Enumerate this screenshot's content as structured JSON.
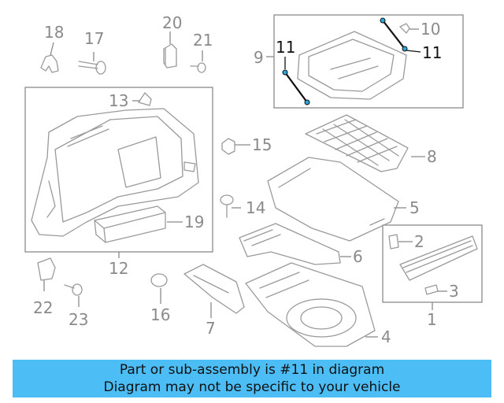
{
  "diagram": {
    "highlighted_part": "11",
    "colors": {
      "banner": "#4dbdf5",
      "highlight": "#2aa7d8",
      "callout": "#8a8a8a",
      "active_callout": "#111111"
    },
    "callouts": {
      "c1": "1",
      "c2": "2",
      "c3": "3",
      "c4": "4",
      "c5": "5",
      "c6": "6",
      "c7": "7",
      "c8": "8",
      "c9": "9",
      "c10": "10",
      "c11a": "11",
      "c11b": "11",
      "c12": "12",
      "c13": "13",
      "c14": "14",
      "c15": "15",
      "c16": "16",
      "c17": "17",
      "c18": "18",
      "c19": "19",
      "c20": "20",
      "c21": "21",
      "c22": "22",
      "c23": "23"
    }
  },
  "banner": {
    "line1": "Part or sub-assembly is #11 in diagram",
    "line2": "Diagram may not be specific to your vehicle"
  }
}
